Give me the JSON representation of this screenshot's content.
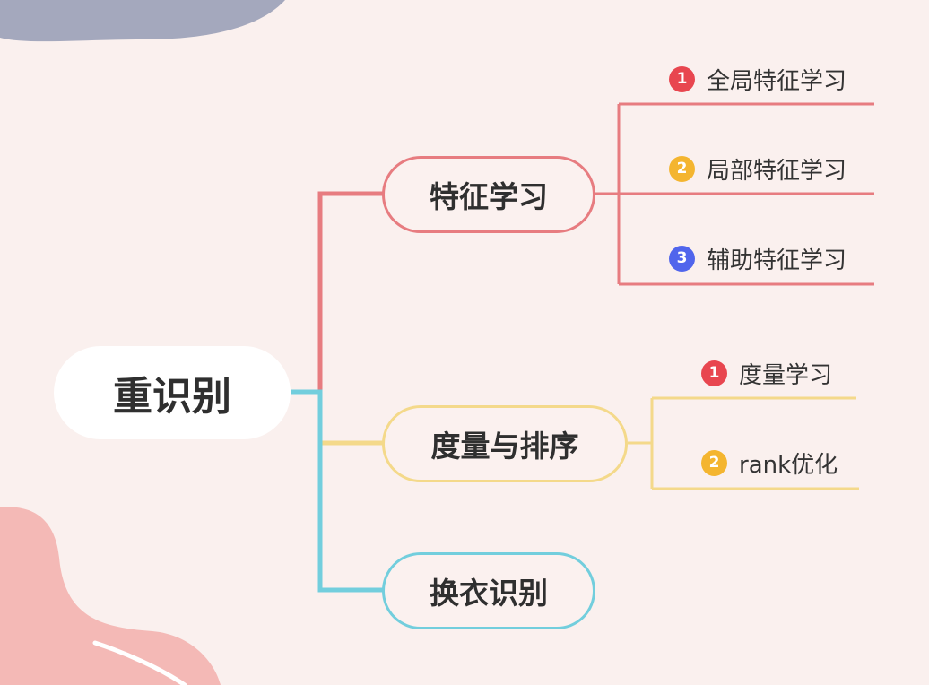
{
  "root": {
    "label": "重识别"
  },
  "branches": [
    {
      "label": "特征学习",
      "color": "#e77c80",
      "children": [
        {
          "index": "1",
          "label": "全局特征学习",
          "badge_color": "#e8464f"
        },
        {
          "index": "2",
          "label": "局部特征学习",
          "badge_color": "#f4b52f"
        },
        {
          "index": "3",
          "label": "辅助特征学习",
          "badge_color": "#5065ec"
        }
      ]
    },
    {
      "label": "度量与排序",
      "color": "#f4d98a",
      "children": [
        {
          "index": "1",
          "label": "度量学习",
          "badge_color": "#e8464f"
        },
        {
          "index": "2",
          "label": "rank优化",
          "badge_color": "#f4b52f"
        }
      ]
    },
    {
      "label": "换衣识别",
      "color": "#72cedd",
      "children": []
    }
  ],
  "decor": {
    "blob_top": "#a4a8bd",
    "blob_bottom": "#f4b9b6",
    "background": "#faf0ee"
  }
}
